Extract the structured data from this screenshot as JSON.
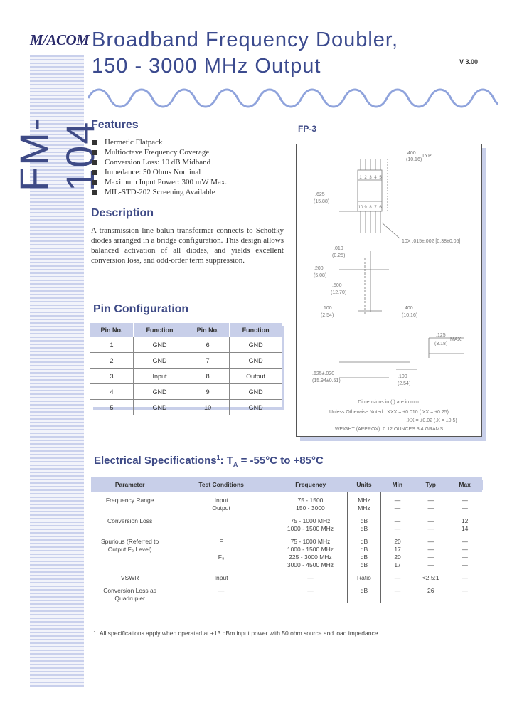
{
  "header": {
    "logo": "M/ACOM",
    "title_line1": "Broadband Frequency Doubler,",
    "title_line2": "150 - 3000 MHz Output",
    "version": "V 3.00",
    "part_number": "FM-104"
  },
  "features": {
    "heading": "Features",
    "items": [
      "Hermetic Flatpack",
      "Multioctave Frequency Coverage",
      "Conversion Loss: 10 dB Midband",
      "Impedance: 50 Ohms Nominal",
      "Maximum Input Power: 300 mW Max.",
      "MIL-STD-202 Screening Available"
    ]
  },
  "description": {
    "heading": "Description",
    "text": "A transmission line balun transformer connects to Schottky diodes arranged in a bridge configuration. This design allows balanced activation of all diodes, and yields excellent conversion loss, and odd-order term suppression."
  },
  "pin_config": {
    "heading": "Pin Configuration",
    "headers": [
      "Pin No.",
      "Function",
      "Pin No.",
      "Function"
    ],
    "rows": [
      [
        "1",
        "GND",
        "6",
        "GND"
      ],
      [
        "2",
        "GND",
        "7",
        "GND"
      ],
      [
        "3",
        "Input",
        "8",
        "Output"
      ],
      [
        "4",
        "GND",
        "9",
        "GND"
      ],
      [
        "5",
        "GND",
        "10",
        "GND"
      ]
    ]
  },
  "package": {
    "label": "FP-3",
    "dims": {
      "d1": ".400",
      "d1b": "(10.16)",
      "typ": "TYP.",
      "d2": ".625",
      "d2b": "(15.88)",
      "d3": ".010",
      "d3b": "(0.25)",
      "d4": ".500",
      "d4b": "(12.70)",
      "d5": ".200",
      "d5b": "(5.08)",
      "d6": ".100",
      "d6b": "(2.54)",
      "d7": ".400",
      "d7b": "(10.16)",
      "d8": ".125",
      "d8b": "(3.18)",
      "max": "MAX.",
      "d9": ".625±.020",
      "d9b": "(15.94±0.51)",
      "d10": ".100",
      "d10b": "(2.54)",
      "lead": "10X .015±.002 [0.38±0.05]",
      "pins": [
        "1",
        "2",
        "3",
        "4",
        "5",
        "6",
        "7",
        "8",
        "9",
        "10"
      ]
    },
    "note1": "Dimensions in ( ) are in mm.",
    "note2": "Unless Otherwise Noted: .XXX = ±0.010 (.XX = ±0.25)",
    "note3": ".XX = ±0.02 (.X = ±0.5)",
    "weight": "WEIGHT (APPROX): 0.12 OUNCES  3.4 GRAMS"
  },
  "electrical": {
    "heading_main": "Electrical Specifications",
    "heading_sup": "1",
    "heading_sep": ":  T",
    "heading_sub": "A",
    "heading_rest": " = -55°C to +85°C",
    "headers": [
      "Parameter",
      "Test Conditions",
      "Frequency",
      "Units",
      "Min",
      "Typ",
      "Max"
    ],
    "rows": [
      {
        "param": "Frequency Range",
        "cond": "Input\nOutput",
        "freq": "75 - 1500\n150 - 3000",
        "units": "MHz\nMHz",
        "min": "—\n—",
        "typ": "—\n—",
        "max": "—\n—"
      },
      {
        "param": "Conversion Loss",
        "cond": "",
        "freq": "75 - 1000 MHz\n1000 - 1500 MHz",
        "units": "dB\ndB",
        "min": "—\n—",
        "typ": "—\n—",
        "max": "12\n14"
      },
      {
        "param": "Spurious (Referred to\nOutput F₂ Level)",
        "cond": "F\n\nF₃",
        "freq": "75 - 1000 MHz\n1000 - 1500 MHz\n225 - 3000 MHz\n3000 - 4500 MHz",
        "units": "dB\ndB\ndB\ndB",
        "min": "20\n17\n20\n17",
        "typ": "—\n—\n—\n—",
        "max": "—\n—\n—\n—"
      },
      {
        "param": "VSWR",
        "cond": "Input",
        "freq": "—",
        "units": "Ratio",
        "min": "—",
        "typ": "<2.5:1",
        "max": "—"
      },
      {
        "param": "Conversion Loss as\nQuadrupler",
        "cond": "—",
        "freq": "—",
        "units": "dB",
        "min": "—",
        "typ": "26",
        "max": "—"
      }
    ],
    "footnote": "1.  All specifications apply when operated at +13 dBm input power with 50 ohm source and load impedance."
  }
}
